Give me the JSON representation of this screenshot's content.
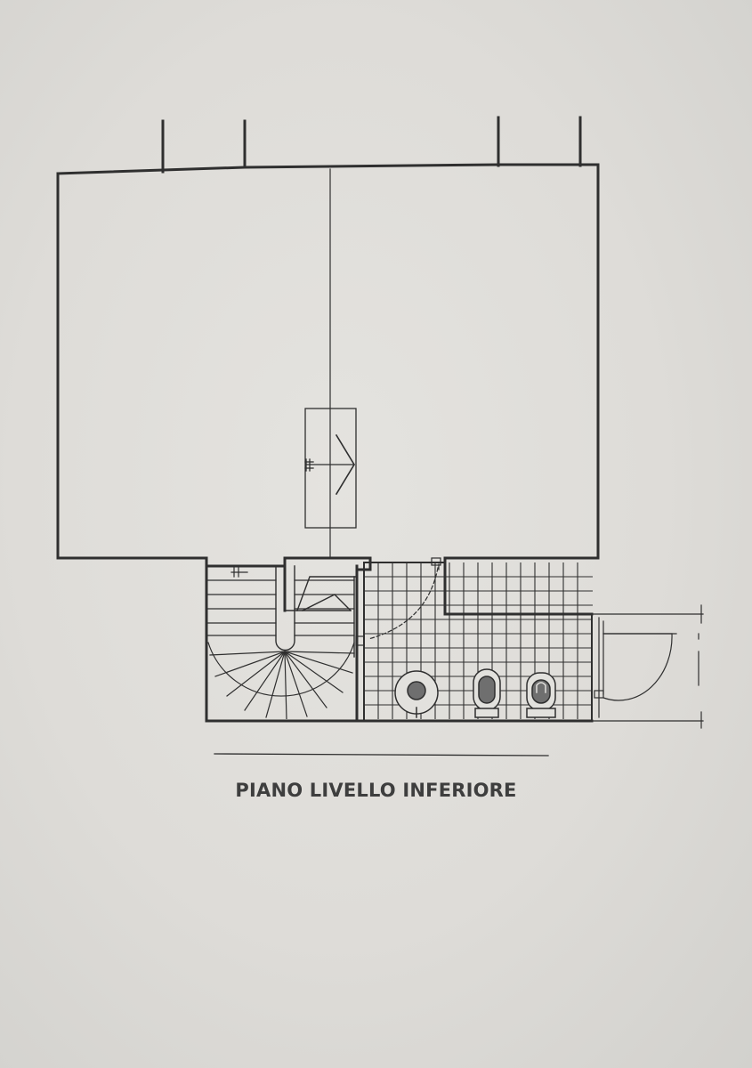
{
  "drawing": {
    "title": "PIANO LIVELLO INFERIORE",
    "line_color": "#2f2f2f",
    "paper_color": "#e2e1dd"
  },
  "elements": {
    "main_room": "open-plan-room",
    "staircase": "spiral-staircase",
    "ramp": "inclined-ramp",
    "bathroom": "tiled-bathroom",
    "fixtures": [
      "washbasin",
      "bidet",
      "wc"
    ],
    "terrace": "external-area-with-door"
  }
}
